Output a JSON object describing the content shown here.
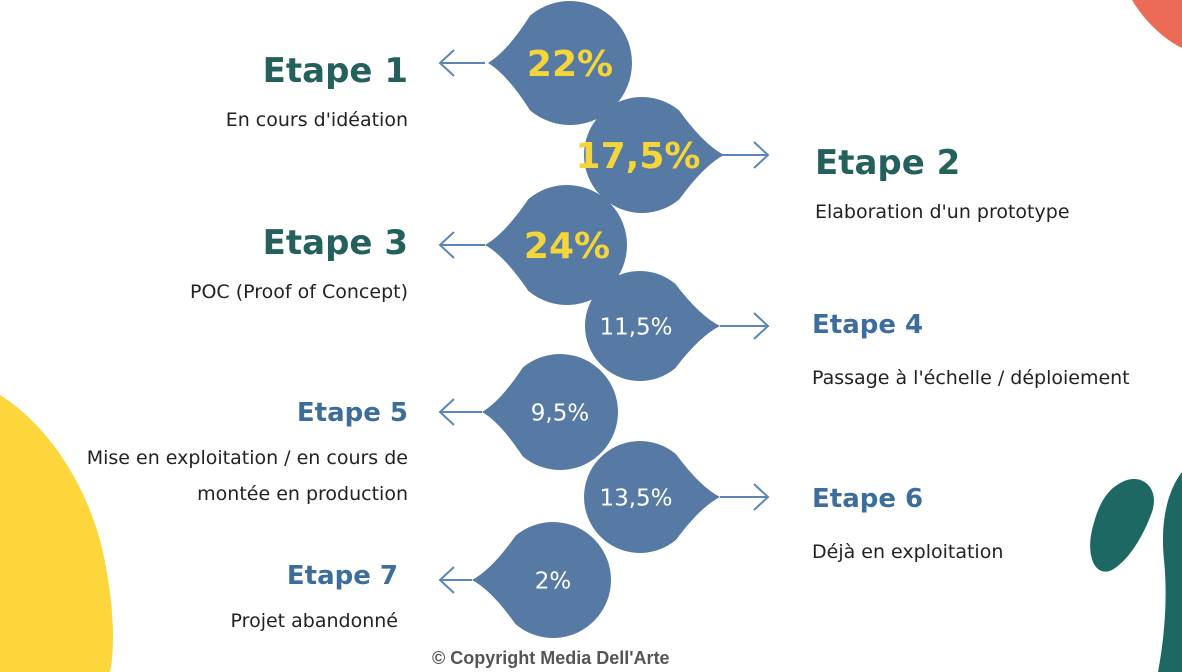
{
  "colors": {
    "drop": "#567aa3",
    "highlight_pct": "#f4d63a",
    "normal_pct": "#ffffff",
    "title_big": "#24615d",
    "title_small": "#3d6d9d",
    "arrow": "#5a86b5",
    "deco_yellow": "#fcd63a",
    "deco_orange": "#ec6b56",
    "deco_teal": "#1e6864"
  },
  "steps": [
    {
      "title": "Etape 1",
      "desc": [
        "En cours d'idéation"
      ],
      "percent": "22%",
      "side": "left",
      "highlight": true
    },
    {
      "title": "Etape 2",
      "desc": [
        "Elaboration d'un prototype"
      ],
      "percent": "17,5%",
      "side": "right",
      "highlight": true
    },
    {
      "title": "Etape 3",
      "desc": [
        "POC (Proof of Concept)"
      ],
      "percent": "24%",
      "side": "left",
      "highlight": true
    },
    {
      "title": "Etape 4",
      "desc": [
        "Passage à l'échelle / déploiement"
      ],
      "percent": "11,5%",
      "side": "right",
      "highlight": false
    },
    {
      "title": "Etape 5",
      "desc": [
        "Mise en exploitation / en cours de",
        "montée en production"
      ],
      "percent": "9,5%",
      "side": "left",
      "highlight": false
    },
    {
      "title": "Etape 6",
      "desc": [
        "Déjà en exploitation"
      ],
      "percent": "13,5%",
      "side": "right",
      "highlight": false
    },
    {
      "title": "Etape 7",
      "desc": [
        "Projet abandonné"
      ],
      "percent": "2%",
      "side": "left",
      "highlight": false
    }
  ],
  "copyright": "© Copyright Media Dell'Arte"
}
